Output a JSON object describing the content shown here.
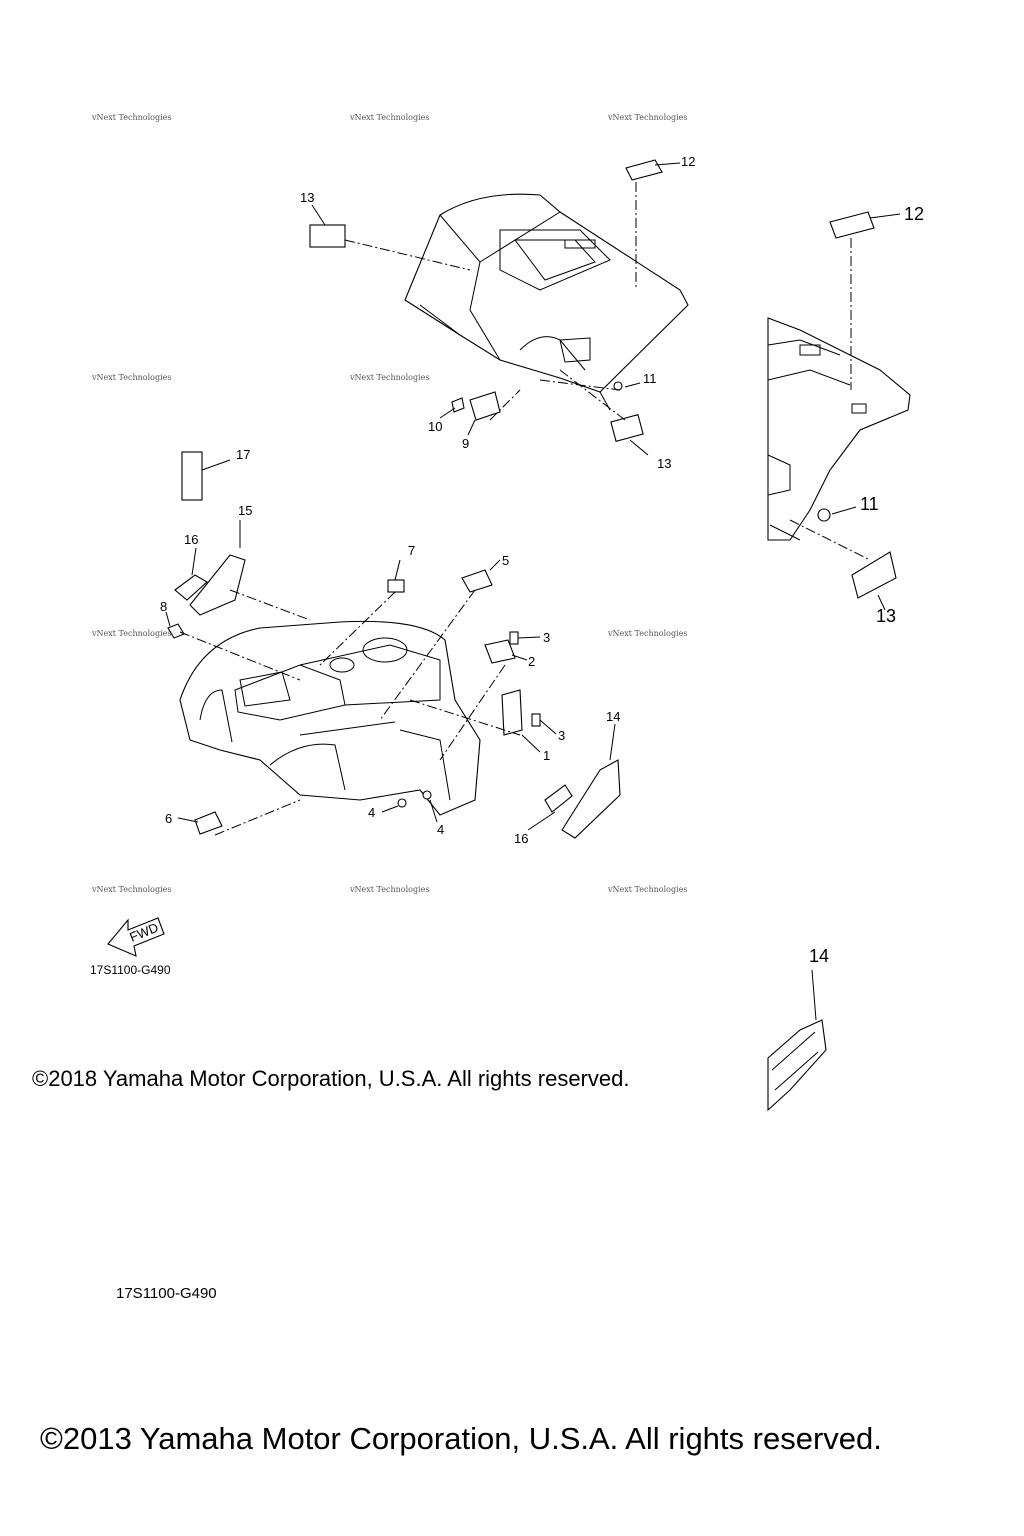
{
  "watermark": "vNext Technologies",
  "callouts": {
    "c1": "1",
    "c2": "2",
    "c3a": "3",
    "c3b": "3",
    "c4a": "4",
    "c4b": "4",
    "c5": "5",
    "c6": "6",
    "c7": "7",
    "c8": "8",
    "c9": "9",
    "c10": "10",
    "c11": "11",
    "c12": "12",
    "c13a": "13",
    "c13b": "13",
    "c14": "14",
    "c15": "15",
    "c16a": "16",
    "c16b": "16",
    "c17": "17"
  },
  "detail_callouts": {
    "c11": "11",
    "c12": "12",
    "c13": "13",
    "c14": "14"
  },
  "fwd_label": "FWD",
  "diagram_code": "17S1100-G490",
  "copyright_2018": "©2018 Yamaha Motor Corporation, U.S.A. All rights reserved.",
  "diagram_code_2": "17S1100-G490",
  "copyright_2013": "©2013 Yamaha Motor Corporation, U.S.A. All rights reserved."
}
